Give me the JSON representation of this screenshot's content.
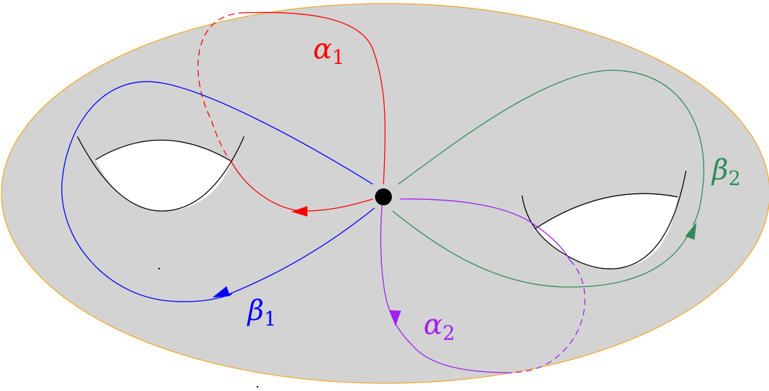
{
  "colors": {
    "surface_fill": "#d3d3d3",
    "surface_outline": "#f2a41e",
    "hole_fill": "#ffffff",
    "hole_outline": "#000000",
    "basepoint": "#000000",
    "alpha1": "#ff0000",
    "alpha2": "#a020f0",
    "beta1": "#0000ff",
    "beta2": "#2e8b57"
  },
  "curves": {
    "alpha1": {
      "symbol": "α",
      "index": "1"
    },
    "alpha2": {
      "symbol": "α",
      "index": "2"
    },
    "beta1": {
      "symbol": "β",
      "index": "1"
    },
    "beta2": {
      "symbol": "β",
      "index": "2"
    }
  }
}
